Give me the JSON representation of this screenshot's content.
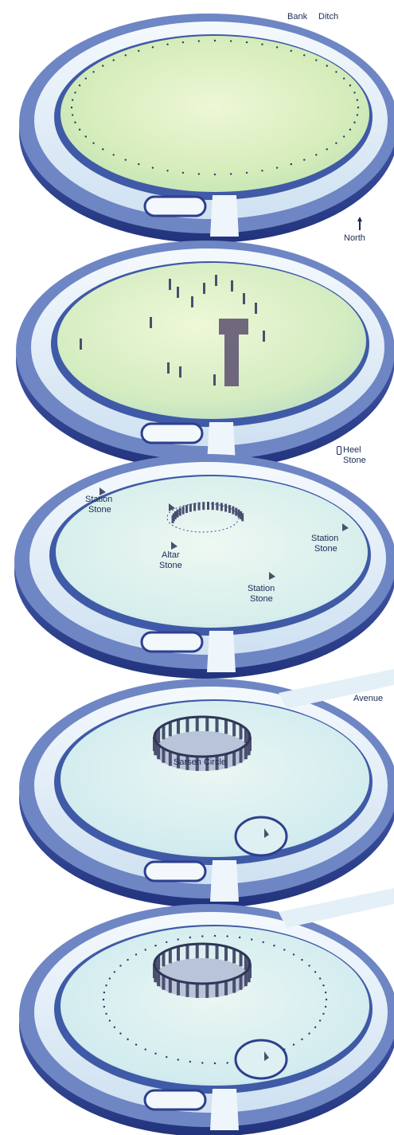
{
  "labels": {
    "bank": "Bank",
    "ditch": "Ditch",
    "north": "North",
    "heel_stone_1": "Heel",
    "heel_stone_2": "Stone",
    "station_stone_nw_1": "Station",
    "station_stone_nw_2": "Stone",
    "altar_stone_1": "Altar",
    "altar_stone_2": "Stone",
    "station_stone_e_1": "Station",
    "station_stone_e_2": "Stone",
    "station_stone_s_1": "Station",
    "station_stone_s_2": "Stone",
    "avenue": "Avenue",
    "sarsen_circle": "Sarsen Circle"
  },
  "colors": {
    "bank_dark": "#2d3f8e",
    "bank_mid": "#6e86c4",
    "bank_light": "#dbe9f5",
    "plateau_green": "#d6edbb",
    "plateau_pale": "#e6f4ef",
    "plateau_blue": "#d2ecef",
    "stone": "#4a4f6e",
    "label": "#1c2a55"
  }
}
